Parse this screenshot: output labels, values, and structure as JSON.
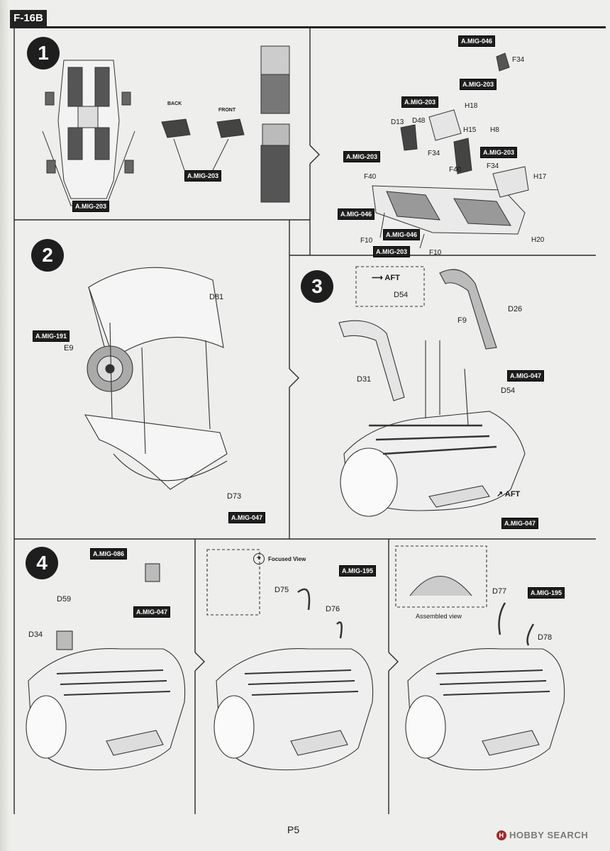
{
  "header": {
    "model": "F-16B"
  },
  "steps": [
    "1",
    "2",
    "3",
    "4"
  ],
  "step1": {
    "cockpit_color": "A.MIG-203",
    "back_label": "BACK",
    "front_label": "FRONT",
    "seat_color": "A.MIG-203",
    "right_labels": {
      "mig046_top": "A.MIG-046",
      "f34_top": "F34",
      "mig203_top": "A.MIG-203",
      "mig203_a": "A.MIG-203",
      "h18": "H18",
      "d13": "D13",
      "d48": "D48",
      "h15": "H15",
      "h8": "H8",
      "mig203_b": "A.MIG-203",
      "f34_a": "F34",
      "mig203_c": "A.MIG-203",
      "f40_a": "F40",
      "f40_b": "F40",
      "f34_b": "F34",
      "h17": "H17",
      "mig046_b": "A.MIG-046",
      "f10_a": "F10",
      "mig046_c": "A.MIG-046",
      "mig203_d": "A.MIG-203",
      "f10_b": "F10",
      "h20": "H20"
    }
  },
  "step2": {
    "mig191": "A.MIG-191",
    "e9": "E9",
    "d81": "D81",
    "d73": "D73",
    "mig047": "A.MIG-047"
  },
  "step3": {
    "aft_top": "AFT",
    "d54_inset": "D54",
    "d26": "D26",
    "f9": "F9",
    "d31": "D31",
    "mig047_a": "A.MIG-047",
    "d54": "D54",
    "aft_bottom": "AFT",
    "mig047_b": "A.MIG-047"
  },
  "step4": {
    "mig086": "A.MIG-086",
    "mig047": "A.MIG-047",
    "d59": "D59",
    "d34": "D34",
    "focused_view": "Focused View",
    "mig195_a": "A.MIG-195",
    "d75": "D75",
    "d76": "D76",
    "assembled_view": "Assembled view",
    "d77": "D77",
    "mig195_b": "A.MIG-195",
    "d78": "D78"
  },
  "footer": {
    "page": "P5",
    "watermark": "HOBBY SEARCH"
  }
}
